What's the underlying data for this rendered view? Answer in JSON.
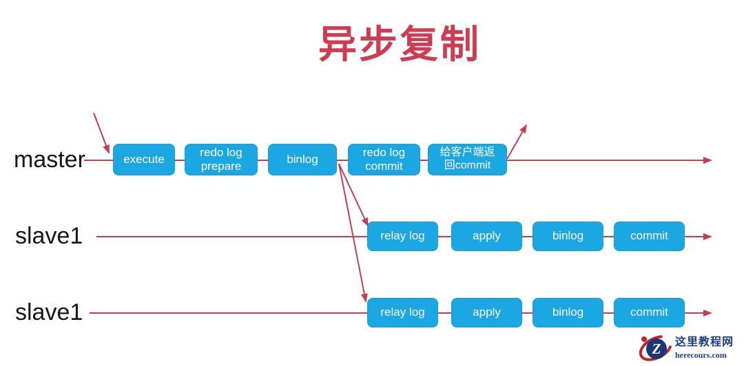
{
  "title": "异步复制",
  "rows": [
    {
      "label": "master",
      "boxes": [
        "execute",
        "redo log prepare",
        "binlog",
        "redo log commit",
        "给客户端返回commit"
      ]
    },
    {
      "label": "slave1",
      "boxes": [
        "relay log",
        "apply",
        "binlog",
        "commit"
      ]
    },
    {
      "label": "slave1",
      "boxes": [
        "relay log",
        "apply",
        "binlog",
        "commit"
      ]
    }
  ],
  "watermark": {
    "site_name": "这里教程网",
    "site_url": "herecours.com",
    "logo_letter": "Z"
  },
  "colors": {
    "box_blue": "#1BA7E2",
    "arrow_red": "#C2404F",
    "title_red": "#CD3C50",
    "watermark_navy": "#1F3C8C",
    "watermark_red": "#BE2431",
    "label_black": "#161616"
  }
}
